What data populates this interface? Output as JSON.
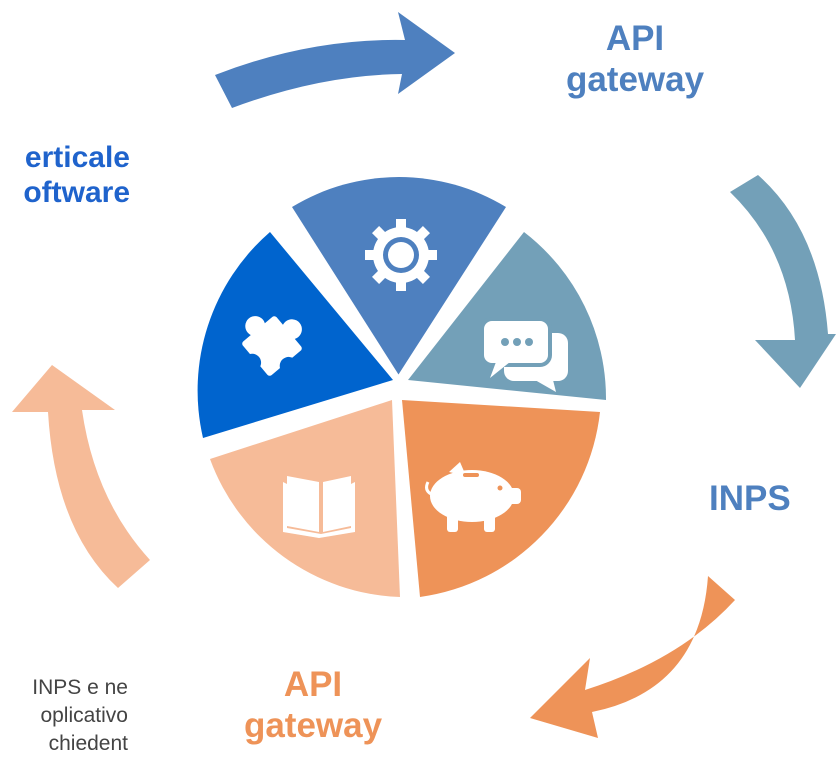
{
  "labels": {
    "api_gateway_top": [
      "API",
      "gateway"
    ],
    "verticale_software": [
      "erticale",
      "oftware"
    ],
    "inps": "INPS",
    "api_gateway_bottom": [
      "API",
      "gateway"
    ]
  },
  "description_lines": [
    "INPS e ne",
    "oplicativo",
    "chiedent"
  ],
  "colors": {
    "blue_dark": "#0064CE",
    "blue_mid": "#4E80BF",
    "steel": "#73A0B8",
    "orange": "#EE9358",
    "peach": "#F6BB98",
    "label_blue": "#4E80BF",
    "label_verticale": "#1F63CC",
    "label_orange": "#EE9358",
    "text_gray": "#444444"
  },
  "segments": [
    {
      "name": "gear-segment",
      "icon": "gear-icon",
      "color": "#4E80BF"
    },
    {
      "name": "chat-segment",
      "icon": "chat-bubbles-icon",
      "color": "#73A0B8"
    },
    {
      "name": "piggy-bank-segment",
      "icon": "piggy-bank-icon",
      "color": "#EE9358"
    },
    {
      "name": "book-segment",
      "icon": "book-icon",
      "color": "#F6BB98"
    },
    {
      "name": "puzzle-segment",
      "icon": "puzzle-piece-icon",
      "color": "#0064CE"
    }
  ],
  "arrows": [
    {
      "name": "arrow-top",
      "color": "#4E80BF"
    },
    {
      "name": "arrow-right",
      "color": "#73A0B8"
    },
    {
      "name": "arrow-bottom",
      "color": "#EE9358"
    },
    {
      "name": "arrow-left",
      "color": "#F6BB98"
    }
  ]
}
